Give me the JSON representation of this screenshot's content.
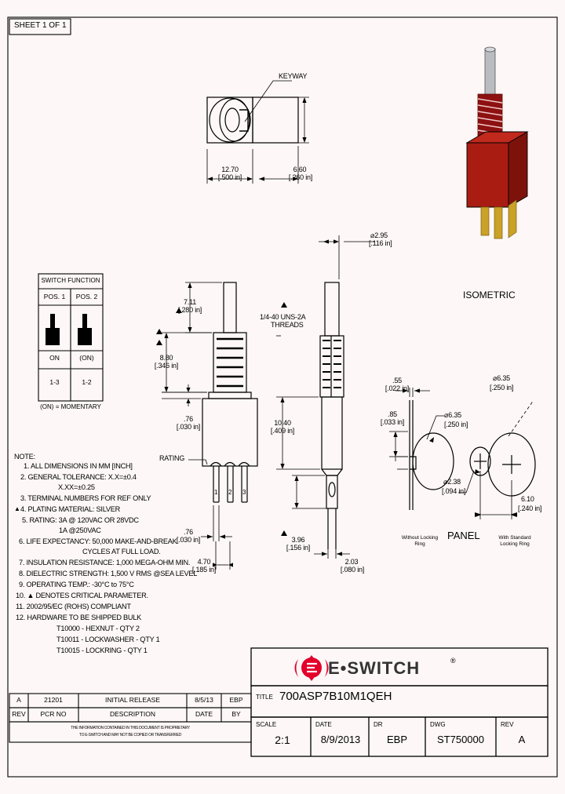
{
  "sheet": {
    "sheet_label": "SHEET 1 OF 1"
  },
  "top_view": {
    "keyway_label": "KEYWAY",
    "width_mm": "12.70",
    "width_in": "[.500 in]",
    "height_mm": "6.60",
    "height_in": "[.260 in]"
  },
  "isometric": {
    "label": "ISOMETRIC"
  },
  "switch_function": {
    "title": "SWITCH FUNCTION",
    "col1_header": "POS. 1",
    "col2_header": "POS. 2",
    "col1_state": "ON",
    "col2_state": "(ON)",
    "col1_circuit": "1-3",
    "col2_circuit": "1-2",
    "footnote": "(ON) = MOMENTARY"
  },
  "front_view": {
    "dim_bushing_mm": "7.11",
    "dim_bushing_in": "[.280 in]",
    "dim_thread_mm": "8.80",
    "dim_thread_in": "[.346 in]",
    "dim_base_mm": ".76",
    "dim_base_in": "[.030 in]",
    "rating_label": "RATING",
    "terminal_1": "1",
    "terminal_2": "2",
    "terminal_3": "3",
    "dim_term_width_mm": ".76",
    "dim_term_width_in": "[.030 in]",
    "dim_term_pitch_mm": "4.70",
    "dim_term_pitch_in": "[.185 in]"
  },
  "side_view": {
    "dim_plunger_dia_mm": "⌀2.95",
    "dim_plunger_dia_in": "[.116 in]",
    "thread_note_line1": "1/4-40 UNS-2A",
    "thread_note_line2": "THREADS",
    "dim_body_mm": "10.40",
    "dim_body_in": "[.409 in]",
    "dim_term_len_mm": "3.96",
    "dim_term_len_in": "[.156 in]",
    "dim_term_thick_mm": "2.03",
    "dim_term_thick_in": "[.080 in]"
  },
  "panel": {
    "title": "PANEL",
    "caption_left_line1": "Without Locking",
    "caption_left_line2": "Ring",
    "caption_right_line1": "With Standard",
    "caption_right_line2": "Locking Ring",
    "dim_a_mm": ".55",
    "dim_a_in": "[.022 in]",
    "dim_b_mm": ".85",
    "dim_b_in": "[.033 in]",
    "dim_hole1_mm": "⌀6.35",
    "dim_hole1_in": "[.250 in]",
    "dim_hole2_mm": "⌀6.35",
    "dim_hole2_in": "[.250 in]",
    "dim_small_hole_mm": "⌀2.38",
    "dim_small_hole_in": "[.094 in]",
    "dim_spacing_mm": "6.10",
    "dim_spacing_in": "[.240 in]"
  },
  "notes": {
    "header": "NOTE:",
    "items": [
      "1. ALL DIMENSIONS IN MM [INCH]",
      "2. GENERAL TOLERANCE: X.X=±0.4",
      "X.XX=±0.25",
      "3. TERMINAL NUMBERS FOR REF ONLY",
      "4. PLATING MATERIAL: SILVER",
      "5. RATING: 3A @ 120VAC OR 28VDC",
      "1A @250VAC",
      "6. LIFE EXPECTANCY: 50,000 MAKE-AND-BREAK",
      "CYCLES AT FULL LOAD.",
      "7. INSULATION RESISTANCE: 1,000 MEGA-OHM MIN.",
      "8. DIELECTRIC STRENGTH: 1,500 V RMS @SEA LEVEL",
      "9. OPERATING TEMP.: -30°C to 75°C",
      "10. ▲ DENOTES CRITICAL PARAMETER.",
      "11. 2002/95/EC (ROHS) COMPLIANT",
      "12. HARDWARE TO BE SHIPPED BULK",
      "T10000 - HEXNUT - QTY 2",
      "T10011 - LOCKWASHER - QTY 1",
      "T10015 - LOCKRING - QTY 1"
    ]
  },
  "revision_table": {
    "rev_value": "A",
    "pcr_value": "21201",
    "description_value": "INITIAL RELEASE",
    "date_value": "8/5/13",
    "by_value": "EBP",
    "rev_header": "REV",
    "pcr_header": "PCR NO",
    "description_header": "DESCRIPTION",
    "date_header": "DATE",
    "by_header": "BY"
  },
  "disclaimer": {
    "line1": "THE INFORMATION CONTAINED IN THIS DOCUMENT IS PROPRIETARY",
    "line2": "TO E-SWITCH AND MAY NOT BE COPIED OR TRANSFERRED"
  },
  "logo": {
    "text": "E•SWITCH",
    "registered": "®",
    "color": "#e3002b"
  },
  "title_block": {
    "title_label": "TITLE",
    "title_value": "700ASP7B10M1QEH",
    "scale_label": "SCALE",
    "scale_value": "2:1",
    "date_label": "DATE",
    "date_value": "8/9/2013",
    "dr_label": "DR",
    "dr_value": "EBP",
    "dwg_label": "DWG",
    "dwg_value": "ST750000",
    "rev_label": "REV",
    "rev_value": "A"
  }
}
